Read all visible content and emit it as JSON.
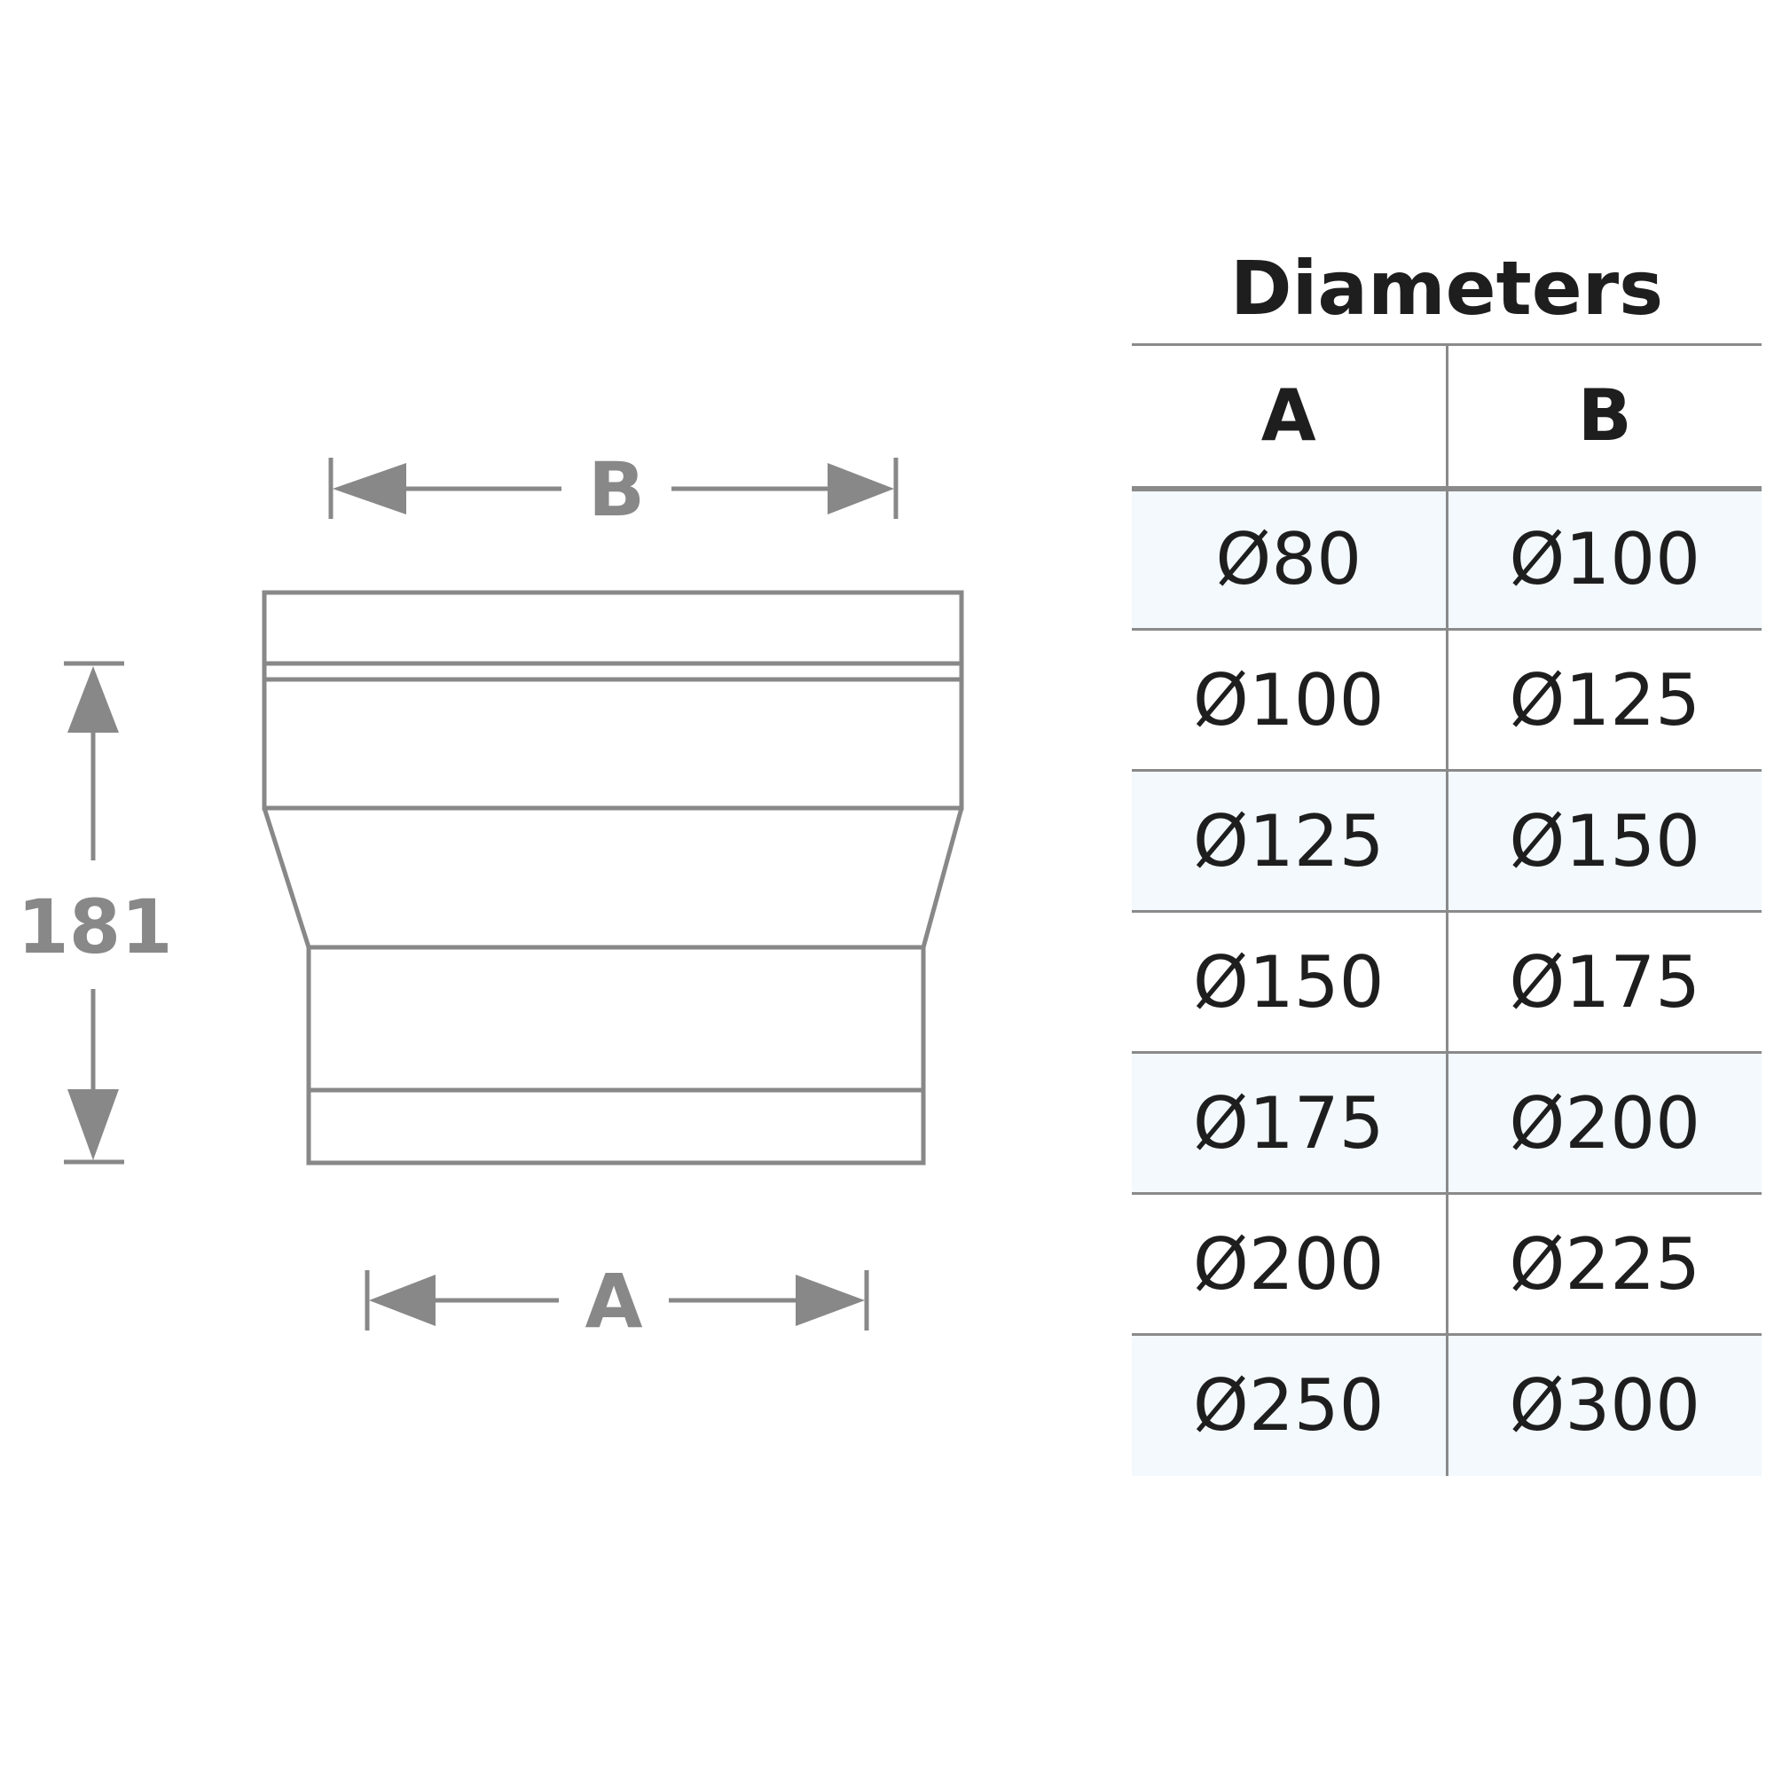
{
  "diagram": {
    "dimension_top_label": "B",
    "dimension_bottom_label": "A",
    "height_label": "181"
  },
  "table": {
    "title": "Diameters",
    "headers": [
      "A",
      "B"
    ],
    "rows": [
      [
        "Ø80",
        "Ø100"
      ],
      [
        "Ø100",
        "Ø125"
      ],
      [
        "Ø125",
        "Ø150"
      ],
      [
        "Ø150",
        "Ø175"
      ],
      [
        "Ø175",
        "Ø200"
      ],
      [
        "Ø200",
        "Ø225"
      ],
      [
        "Ø250",
        "Ø300"
      ]
    ]
  },
  "colors": {
    "line": "#888888",
    "text_dark": "#1e1e1e",
    "row_shade": "#f3f9fc"
  }
}
